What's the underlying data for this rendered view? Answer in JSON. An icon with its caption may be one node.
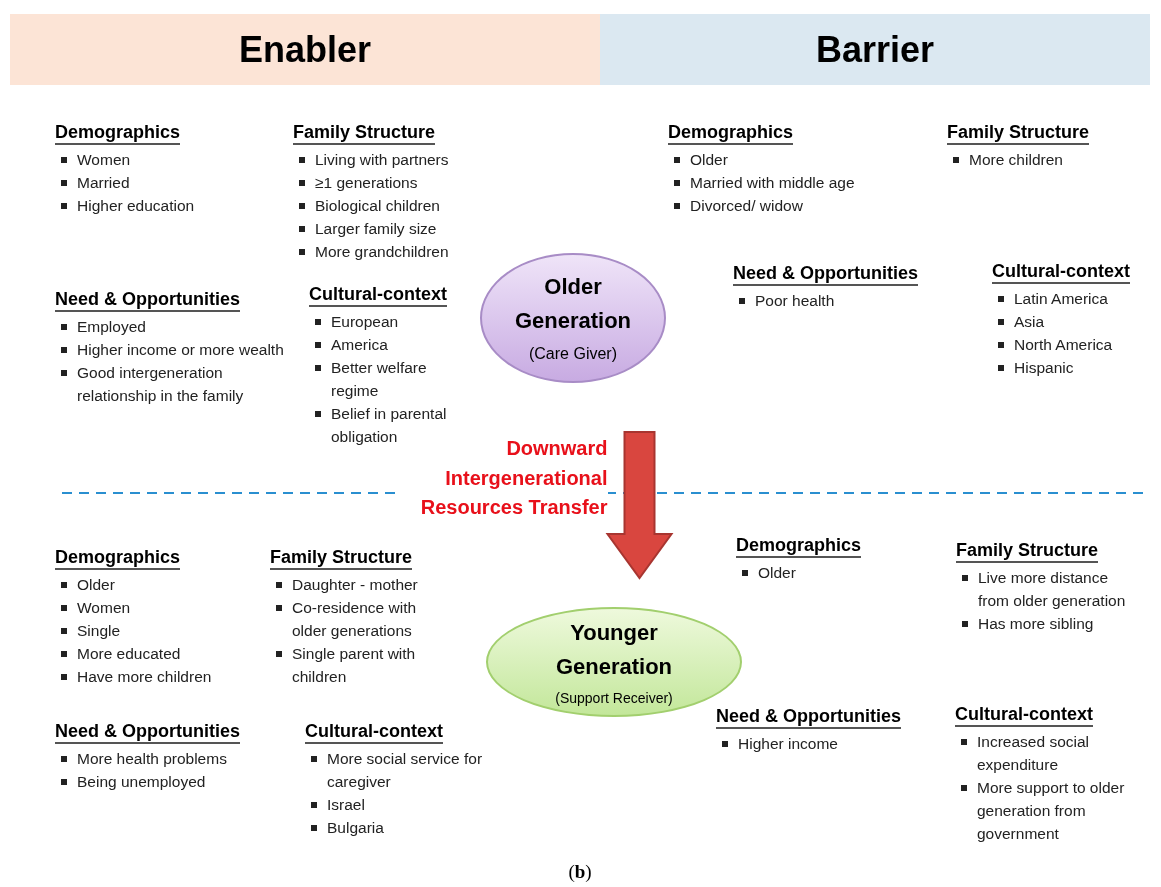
{
  "diagram": {
    "caption": "(**b**)",
    "nodes": [
      {
        "text": [
          "Enabler"
        ]
      },
      {
        "text": [
          "Barrier"
        ]
      },
      {
        "text": [
          "Older Generation",
          "(Care Giver)"
        ]
      },
      {
        "text": [
          "Younger Generation",
          "(Support Receiver)"
        ]
      }
    ],
    "edges": [
      {
        "from": 2,
        "to": 3,
        "arrow": "to",
        "style": "thick",
        "color": "#d9463f",
        "label": "Downward Intergenerational Resources Transfer"
      }
    ],
    "labels": [
      "Demographics",
      "Women",
      "Married",
      "Higher education",
      "Family Structure",
      "Living with partners",
      "≥1 generations",
      "Biological children",
      "Larger family size",
      "More grandchildren",
      "Need & Opportunities",
      "Employed",
      "Higher income or more wealth",
      "Good intergeneration relationship in the family",
      "Cultural-context",
      "European",
      "America",
      "Better welfare regime",
      "Belief in parental obligation",
      "Demographics",
      "Older",
      "Married with middle age",
      "Divorced/ widow",
      "Family Structure",
      "More children",
      "Need & Opportunities",
      "Poor health",
      "Cultural-context",
      "Latin America",
      "Asia",
      "North America",
      "Hispanic",
      "Demographics",
      "Older",
      "Women",
      "Single",
      "More educated",
      "Have more children",
      "Family Structure",
      "Daughter - mother",
      "Co-residence with older generations",
      "Single parent with children",
      "Need & Opportunities",
      "More health problems",
      "Being unemployed",
      "Cultural-context",
      "More social service for caregiver",
      "Israel",
      "Bulgaria",
      "Demographics",
      "Older",
      "Family Structure",
      "Live more distance from older generation",
      "Has more sibling",
      "Need & Opportunities",
      "Higher income",
      "Cultural-context",
      "Increased social expenditure",
      "More support to older generation from government"
    ]
  }
}
